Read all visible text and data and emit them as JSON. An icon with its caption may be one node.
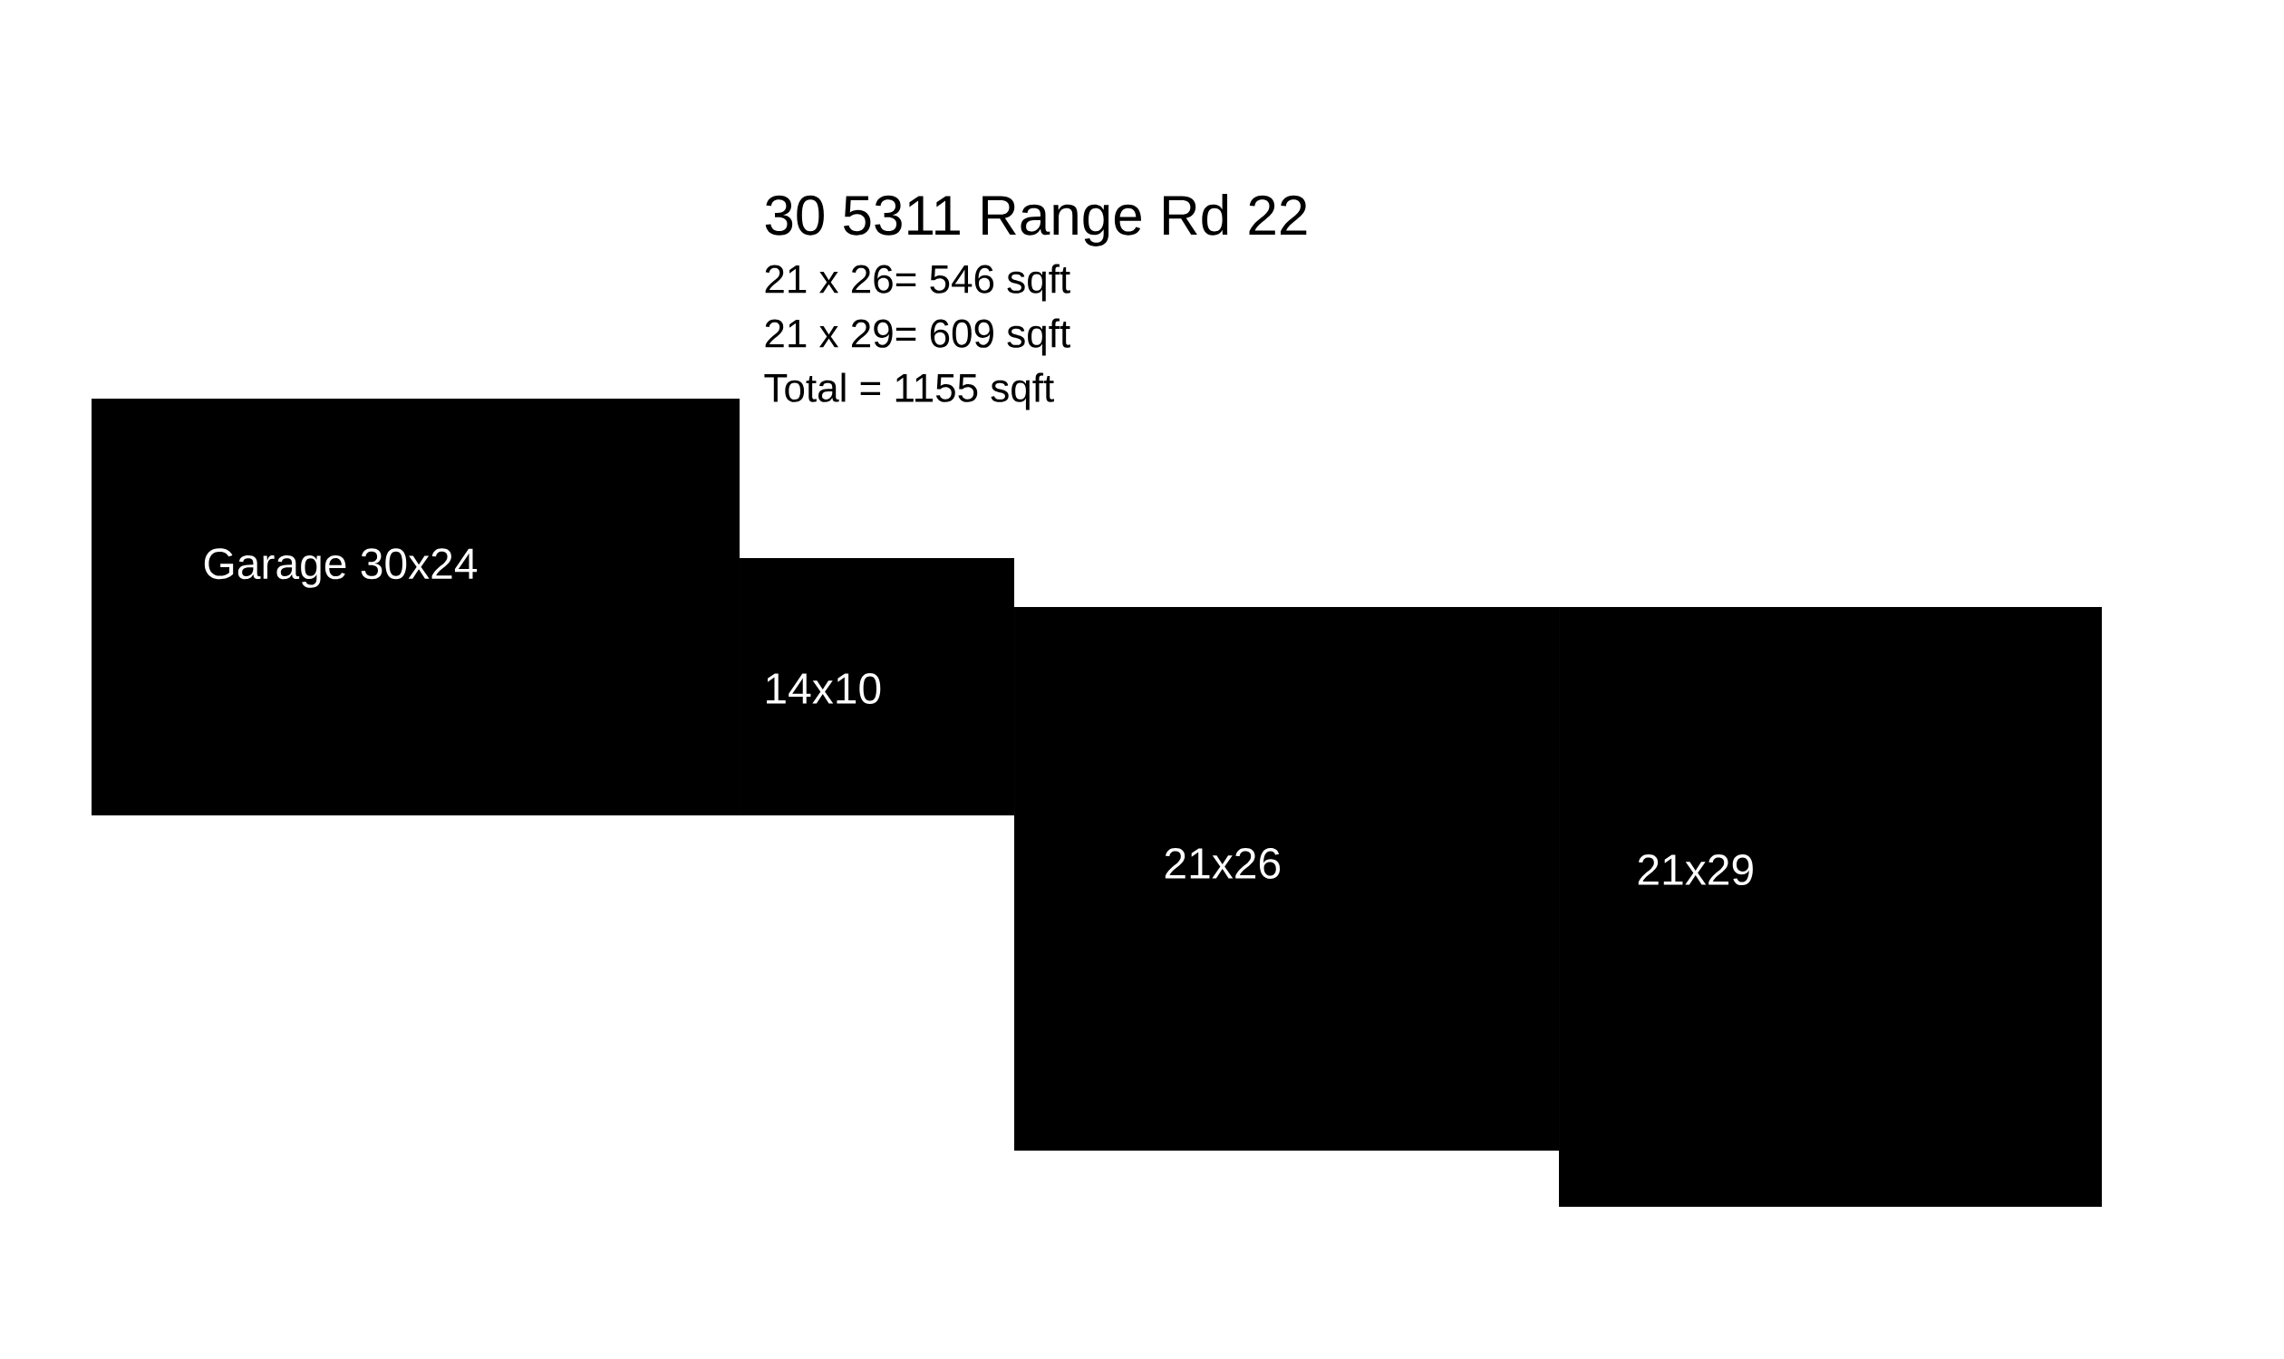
{
  "diagram": {
    "title": "30 5311 Range Rd 22",
    "nodes": [
      {
        "text": [
          "Garage 30x24"
        ]
      },
      {
        "text": [
          "14x10"
        ]
      },
      {
        "text": [
          "21x26"
        ]
      },
      {
        "text": [
          "21x29"
        ]
      }
    ],
    "labels": [
      "21 x 26= 546 sqft",
      "21 x 29= 609 sqft",
      "Total = 1155 sqft"
    ]
  }
}
